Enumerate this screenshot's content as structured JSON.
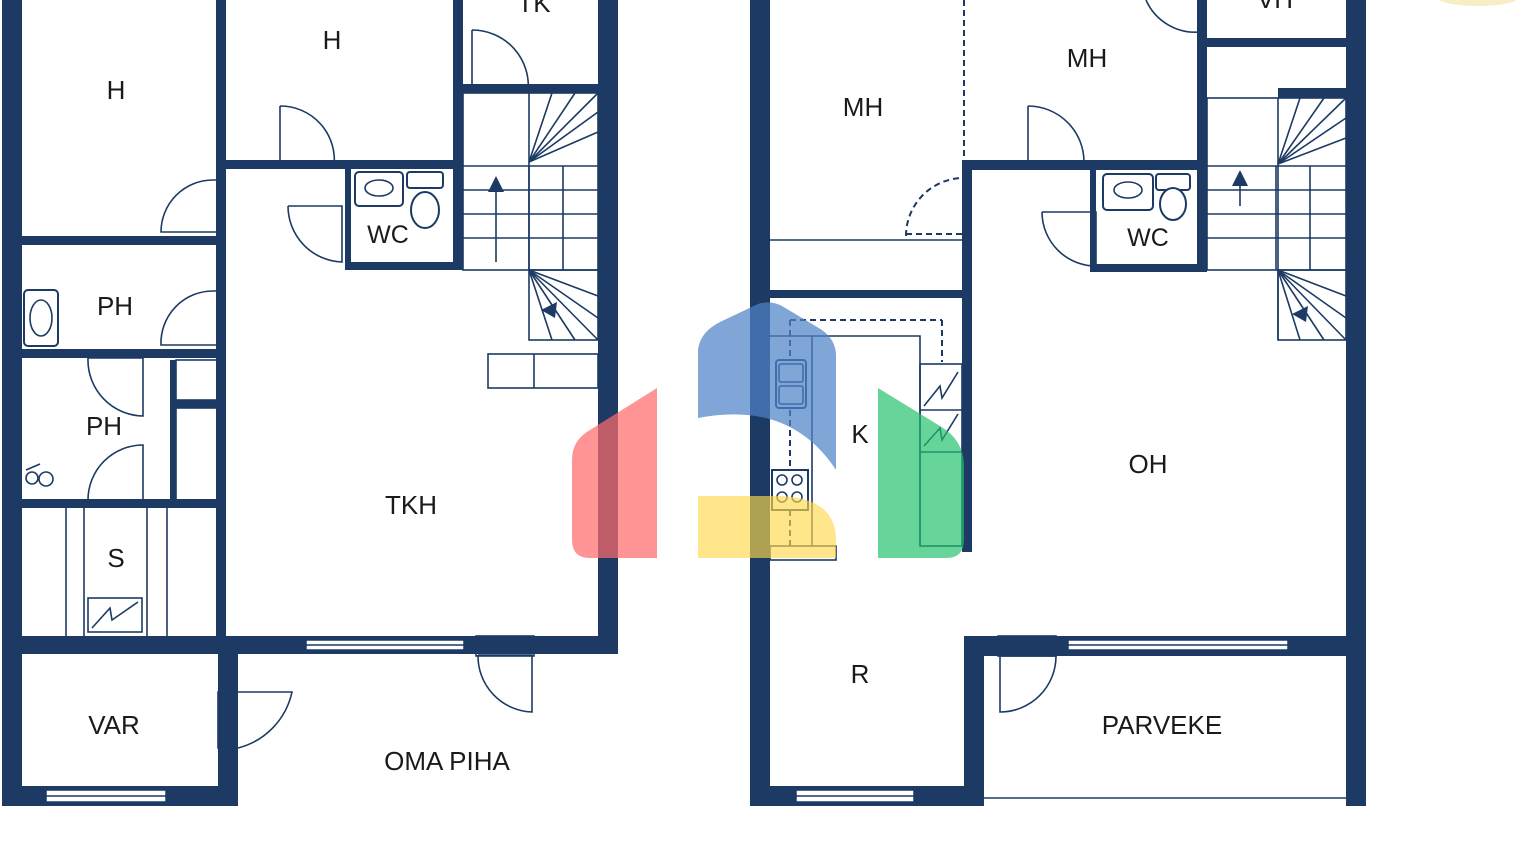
{
  "floor_plan": {
    "ground_floor_rooms": [
      {
        "key": "h_left",
        "label": "H"
      },
      {
        "key": "h_mid",
        "label": "H"
      },
      {
        "key": "tk",
        "label": "TK"
      },
      {
        "key": "wc",
        "label": "WC"
      },
      {
        "key": "ph1",
        "label": "PH"
      },
      {
        "key": "ph2",
        "label": "PH"
      },
      {
        "key": "tkh",
        "label": "TKH"
      },
      {
        "key": "s",
        "label": "S"
      },
      {
        "key": "var",
        "label": "VAR"
      },
      {
        "key": "oma_piha",
        "label": "OMA PIHA"
      }
    ],
    "upper_floor_rooms": [
      {
        "key": "vh",
        "label": "VH"
      },
      {
        "key": "mh_left",
        "label": "MH"
      },
      {
        "key": "mh_right",
        "label": "MH"
      },
      {
        "key": "wc",
        "label": "WC"
      },
      {
        "key": "k",
        "label": "K"
      },
      {
        "key": "oh",
        "label": "OH"
      },
      {
        "key": "r",
        "label": "R"
      },
      {
        "key": "parveke",
        "label": "PARVEKE"
      }
    ],
    "colors": {
      "wall": "#1c3a63",
      "watermark_red": "#ff6b6b",
      "watermark_blue": "#4f82c7",
      "watermark_yellow": "#ffd84d",
      "watermark_green": "#1fbf6a"
    }
  }
}
